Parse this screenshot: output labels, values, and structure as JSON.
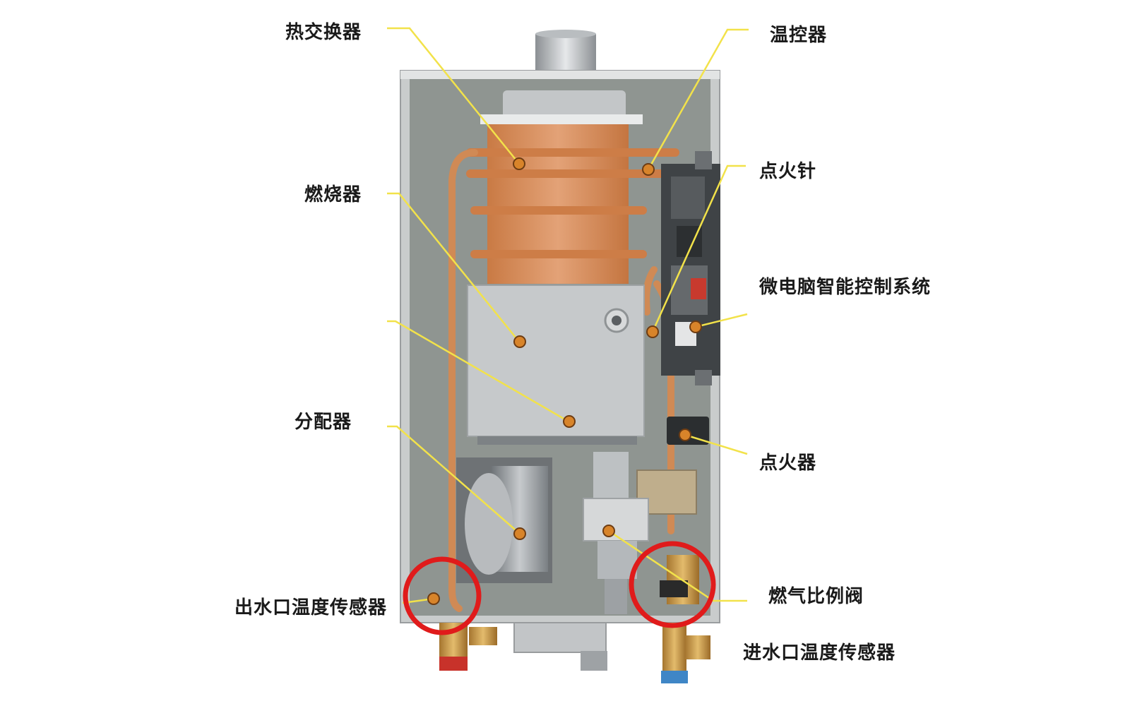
{
  "labels": {
    "heat_exchanger": "热交换器",
    "thermostat": "温控器",
    "ignition_needle": "点火针",
    "burner": "燃烧器",
    "micro_control": "微电脑智能控制系统",
    "distributor": "分配器",
    "igniter": "点火器",
    "outlet_sensor": "出水口温度传感器",
    "gas_valve": "燃气比例阀",
    "inlet_sensor": "进水口温度传感器"
  },
  "colors": {
    "leader": "#f2e24a",
    "dot": "#d8842a",
    "highlight": "#e01b1b",
    "copper": "#d88a4e",
    "panel": "#8f9591",
    "housing": "#c9cccc"
  }
}
